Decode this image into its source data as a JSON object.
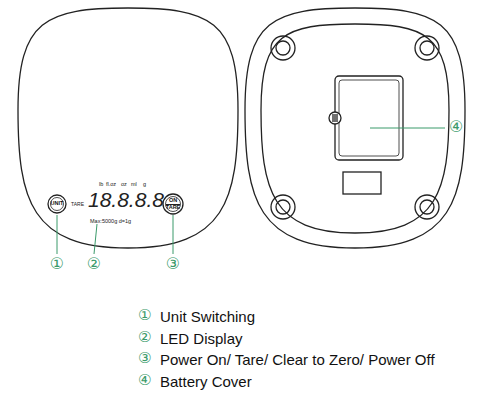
{
  "diagram": {
    "nodes": [
      {
        "text": [
          "UNIT"
        ]
      },
      {
        "text": [
          "ON",
          "TARE"
        ]
      }
    ],
    "labels": [
      "lb",
      "fl.oz",
      "oz",
      "ml",
      "g",
      "TARE",
      "18.8.8.8",
      "Max:5000g d=1g",
      "④",
      "①",
      "②",
      "③",
      "①",
      "Unit Switching",
      "②",
      "LED Display",
      "③",
      "Power On/ Tare/ Clear to Zero/ Power Off",
      "④",
      "Battery Cover"
    ]
  }
}
